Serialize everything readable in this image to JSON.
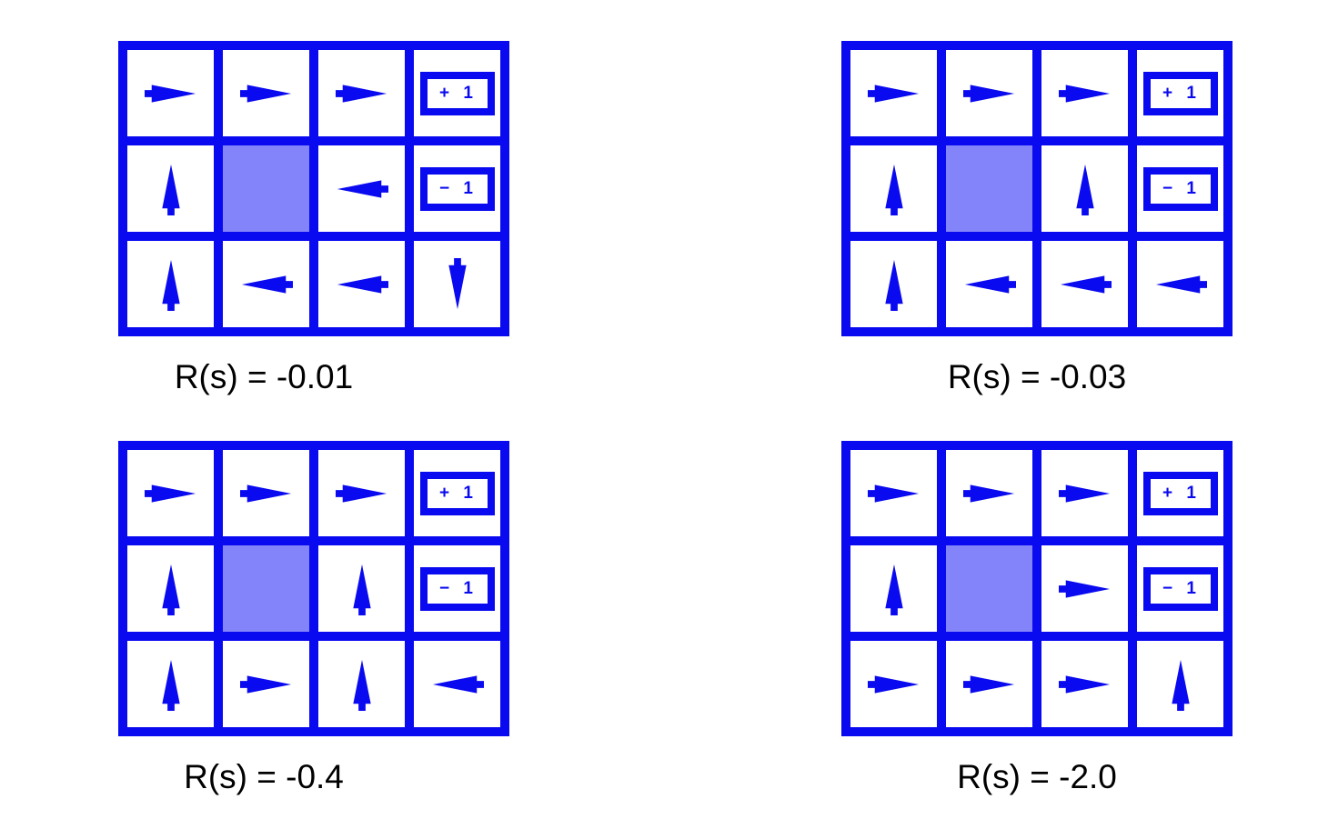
{
  "page": {
    "background": "#ffffff"
  },
  "colors": {
    "blue": "#0a0af0",
    "wall_fill": "#8484fa",
    "cell_fill": "#ffffff",
    "label_text": "#000000"
  },
  "terminal_labels": {
    "plus": "+ 1",
    "minus": "− 1"
  },
  "grids": [
    {
      "label": "R(s) = -0.01",
      "cells": [
        [
          "right",
          "right",
          "right",
          "plus"
        ],
        [
          "up",
          "wall",
          "left",
          "minus"
        ],
        [
          "up",
          "left",
          "left",
          "down"
        ]
      ]
    },
    {
      "label": "R(s) = -0.03",
      "cells": [
        [
          "right",
          "right",
          "right",
          "plus"
        ],
        [
          "up",
          "wall",
          "up",
          "minus"
        ],
        [
          "up",
          "left",
          "left",
          "left"
        ]
      ]
    },
    {
      "label": "R(s) = -0.4",
      "cells": [
        [
          "right",
          "right",
          "right",
          "plus"
        ],
        [
          "up",
          "wall",
          "up",
          "minus"
        ],
        [
          "up",
          "right",
          "up",
          "left"
        ]
      ]
    },
    {
      "label": "R(s) = -2.0",
      "cells": [
        [
          "right",
          "right",
          "right",
          "plus"
        ],
        [
          "up",
          "wall",
          "right",
          "minus"
        ],
        [
          "right",
          "right",
          "right",
          "up"
        ]
      ]
    }
  ]
}
